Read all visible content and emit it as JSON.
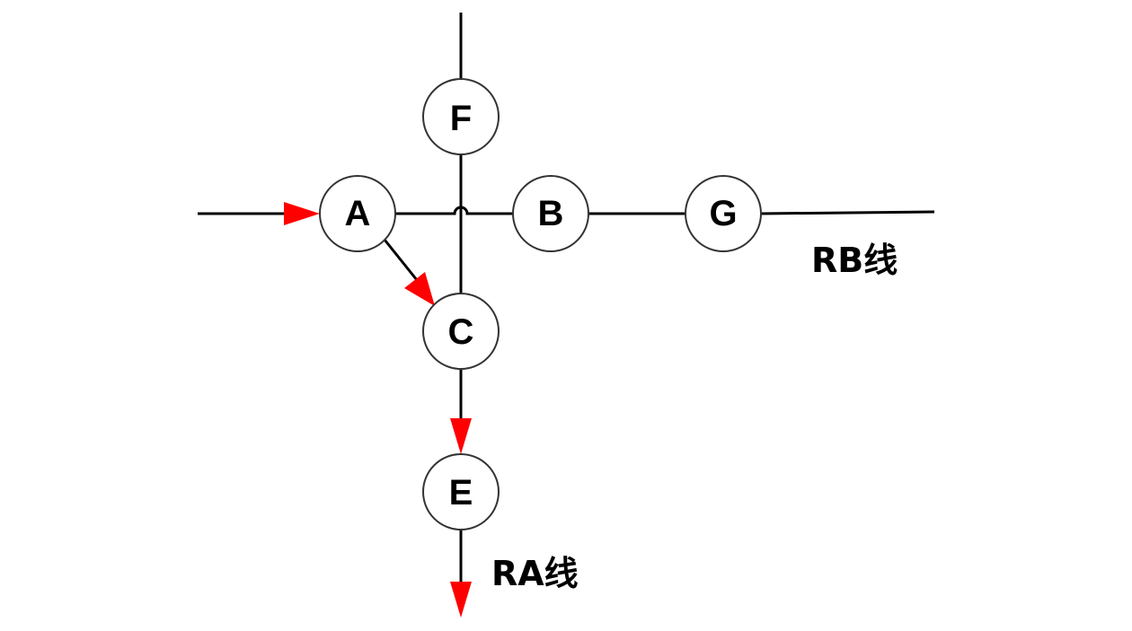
{
  "diagram": {
    "nodes": {
      "A": "A",
      "B": "B",
      "C": "C",
      "E": "E",
      "F": "F",
      "G": "G"
    },
    "line_labels": {
      "rb": "RB线",
      "ra": "RA线"
    },
    "colors": {
      "arrow": "#ff0000",
      "line": "#000000",
      "node_stroke": "#333333"
    }
  }
}
